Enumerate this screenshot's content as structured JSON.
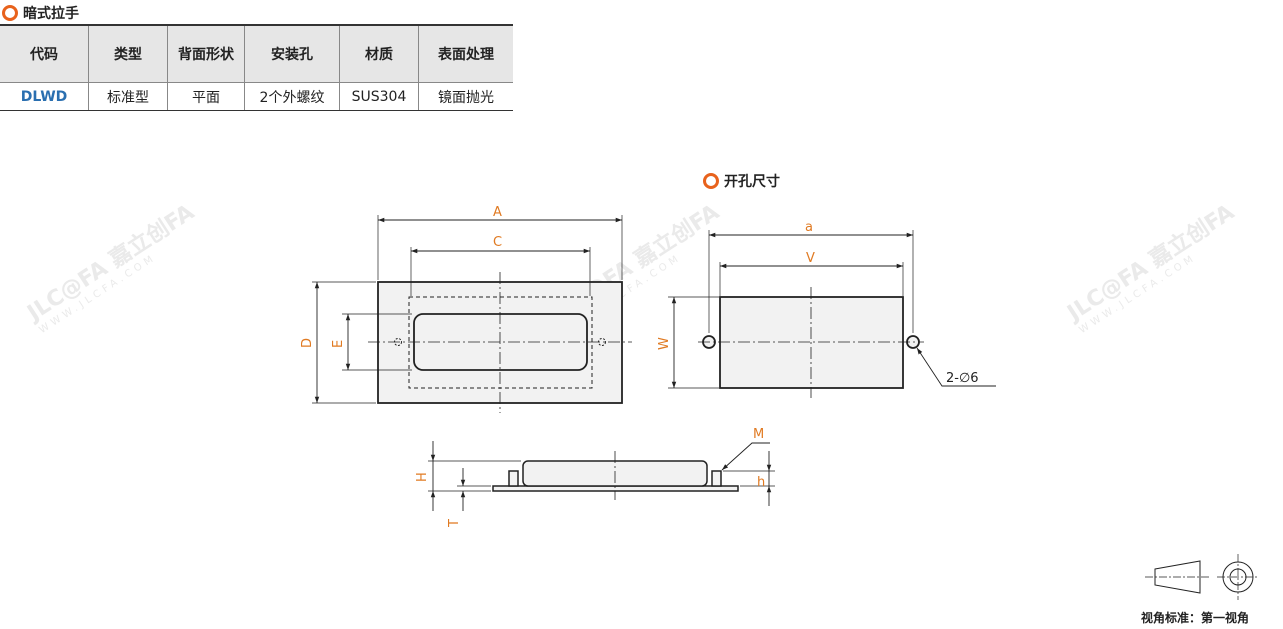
{
  "section1": {
    "title": "暗式拉手"
  },
  "section2": {
    "title": "开孔尺寸"
  },
  "table": {
    "headers": [
      "代码",
      "类型",
      "背面形状",
      "安装孔",
      "材质",
      "表面处理"
    ],
    "row": [
      "DLWD",
      "标准型",
      "平面",
      "2个外螺纹",
      "SUS304",
      "镜面抛光"
    ]
  },
  "dims": {
    "A": "A",
    "C": "C",
    "D": "D",
    "E": "E",
    "a": "a",
    "V": "V",
    "W": "W",
    "hole": "2-∅6",
    "M": "M",
    "H": "H",
    "h": "h",
    "T": "T"
  },
  "watermark": {
    "brand": "JLC@FA 嘉立创FA",
    "url": "WWW.JLCFA.COM"
  },
  "view_standard": "视角标准：第一视角",
  "colors": {
    "accent": "#e8621c",
    "dimension": "#e07a22",
    "code": "#2a6fb0"
  }
}
